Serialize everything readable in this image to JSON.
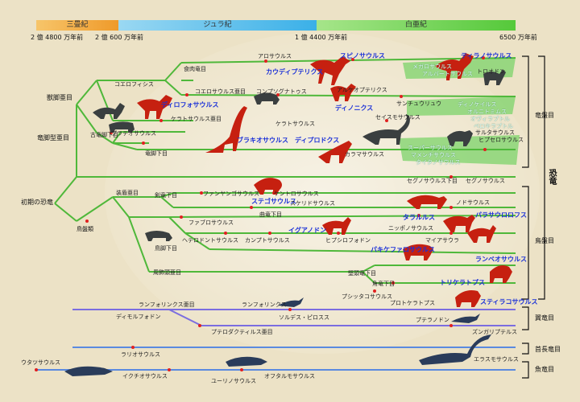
{
  "eras": [
    {
      "name": "三畳紀",
      "color": "#ef9a2a"
    },
    {
      "name": "ジュラ紀",
      "color": "#3ab0e8"
    },
    {
      "name": "白亜紀",
      "color": "#55c93a"
    }
  ],
  "ticks": [
    "2 億 4800 万年前",
    "2 億 600 万年前",
    "1 億 4400 万年前",
    "6500 万年前"
  ],
  "groups": {
    "g1": "獣脚亜目",
    "g2": "竜脚型亜目",
    "g3": "初期の恐竜",
    "g4": "鳥盤類",
    "g5": "食肉竜目",
    "g6": "コエロサウルス亜目",
    "g7": "ケラトサウルス亜目",
    "g8": "古竜脚下目",
    "g9": "竜脚下目",
    "g10": "装盾亜目",
    "g11": "剣竜下目",
    "g12": "曲竜下目",
    "g13": "鳥脚下目",
    "g14": "周飾頭亜目",
    "g15": "堅頭竜下目",
    "g16": "角竜下目",
    "g17": "ランフォリンクス亜目",
    "g18": "プテロダクティルス亜目",
    "g19": "セグノサウルス下目"
  },
  "species": {
    "s1": "アロサウルス",
    "s2": "スピノサウルス",
    "s3": "ティラノサウルス",
    "s4": "カウディプテリクス",
    "s5": "トロオドン",
    "s6": "コエロフィシス",
    "s7": "コンプソグナトゥス",
    "s8": "アルケオプテリクス",
    "s9": "ディロフォサウルス",
    "s10": "ケラトサウルス",
    "s11": "サンチュウリュウ",
    "s12": "ディノニクス",
    "s13": "プラテオサウルス",
    "s14": "セイスモサウルス",
    "s15": "サルタサウルス",
    "s16": "ブラキオサウルス",
    "s17": "ディプロドクス",
    "s18": "ヒプセロサウルス",
    "s19": "カラマサウルス",
    "s20": "セグノサウルス",
    "s21": "ファンヤンゴサウルス",
    "s22": "ケントロサウルス",
    "s23": "ステゴサウルス",
    "s24": "スケリドサウルス",
    "s25": "ノドサウルス",
    "s26": "ファブロサウルス",
    "s27": "タラルルス",
    "s28": "パラサウロロフス",
    "s29": "イグアノドン",
    "s30": "ヘテロドントサウルス",
    "s31": "カンプトサウルス",
    "s32": "ヒプシロフォドン",
    "s33": "ニッポノサウルス",
    "s34": "マイアサウラ",
    "s35": "パキケファロサウルス",
    "s36": "ランベオサウルス",
    "s37": "トリケラトプス",
    "s38": "プシッタコサウルス",
    "s39": "プロトケラトプス",
    "s40": "スティラコサウルス",
    "s41": "ランフォリンクス",
    "s42": "ディモルフォドン",
    "s43": "ソルデス・ピロスス",
    "s44": "プテラノドン",
    "s45": "ズンガリプテルス",
    "s46": "ラリオサウルス",
    "s47": "エラスモサウルス",
    "s48": "ウタツサウルス",
    "s49": "イクチオサウルス",
    "s50": "ユーリノサウルス",
    "s51": "オフタルモサウルス"
  },
  "birds": {
    "b1": "メガロサウルス",
    "b2": "アルバートサウルス",
    "b3": "ディノケイルス",
    "b4": "オルニトミムス",
    "b5": "オヴィラプトル",
    "b6": "ベロキラプトル",
    "b7": "スーパーサウルス",
    "b8": "マメンチサウルス",
    "b9": "タイタノサウルス"
  },
  "clades": {
    "c1": "竜盤目",
    "c2": "恐竜",
    "c3": "鳥盤目",
    "c4": "翼竜目",
    "c5": "首長竜目",
    "c6": "魚竜目"
  },
  "colors": {
    "tree": "#4fb83a",
    "reptile_line": "#7b6de0",
    "dino_red": "#c62010",
    "dino_dark": "#3a3f40",
    "marine": "#2a3c5a"
  }
}
